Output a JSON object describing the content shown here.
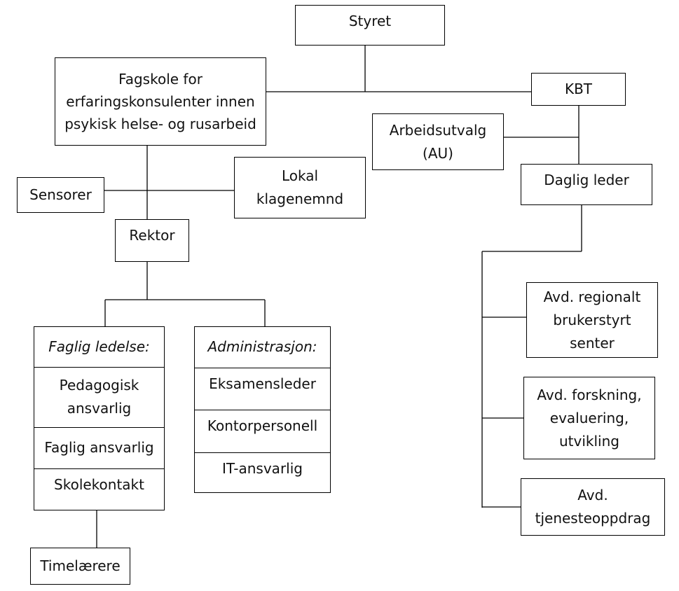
{
  "nodes": {
    "styret": "Styret",
    "fagskole": "Fagskole for erfaringskonsulenter innen psykisk helse- og rusarbeid",
    "kbt": "KBT",
    "au": "Arbeidsutvalg (AU)",
    "daglig_leder": "Daglig leder",
    "sensorer": "Sensorer",
    "klagenemnd": "Lokal klagenemnd",
    "rektor": "Rektor",
    "faglig": {
      "header": "Faglig ledelse:",
      "items": [
        "Pedagogisk ansvarlig",
        "Faglig ansvarlig",
        "Skolekontakt"
      ]
    },
    "admin": {
      "header": "Administrasjon:",
      "items": [
        "Eksamensleder",
        "Kontorpersonell",
        "IT-ansvarlig"
      ]
    },
    "timelaerere": "Timelærere",
    "avd_regionalt": "Avd. regionalt brukerstyrt senter",
    "avd_forskning": "Avd. forskning, evaluering, utvikling",
    "avd_tjeneste": "Avd. tjenesteoppdrag"
  }
}
